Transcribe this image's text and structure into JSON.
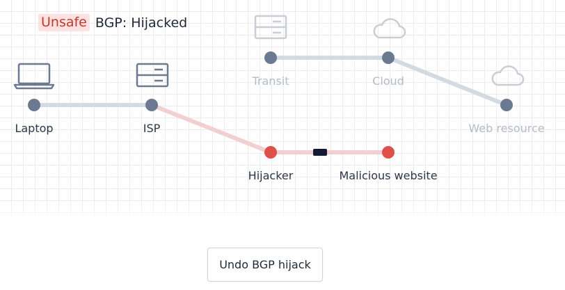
{
  "status": {
    "badge": "Unsafe",
    "title": "BGP: Hijacked"
  },
  "nodes": {
    "laptop": {
      "label": "Laptop",
      "icon": "laptop-icon"
    },
    "isp": {
      "label": "ISP",
      "icon": "server-icon"
    },
    "transit": {
      "label": "Transit",
      "icon": "server-icon"
    },
    "cloud": {
      "label": "Cloud",
      "icon": "cloud-icon"
    },
    "web_resource": {
      "label": "Web resource",
      "icon": "cloud-icon"
    },
    "hijacker": {
      "label": "Hijacker"
    },
    "malicious_website": {
      "label": "Malicious website"
    }
  },
  "actions": {
    "undo_label": "Undo BGP hijack"
  },
  "colors": {
    "node": "#6b7a90",
    "node_faded": "#c9ced6",
    "danger": "#e0504a",
    "link": "#d3dae1",
    "hijack_link": "#f4cfcf",
    "badge_bg": "#fde2e1",
    "badge_text": "#c0392b"
  }
}
